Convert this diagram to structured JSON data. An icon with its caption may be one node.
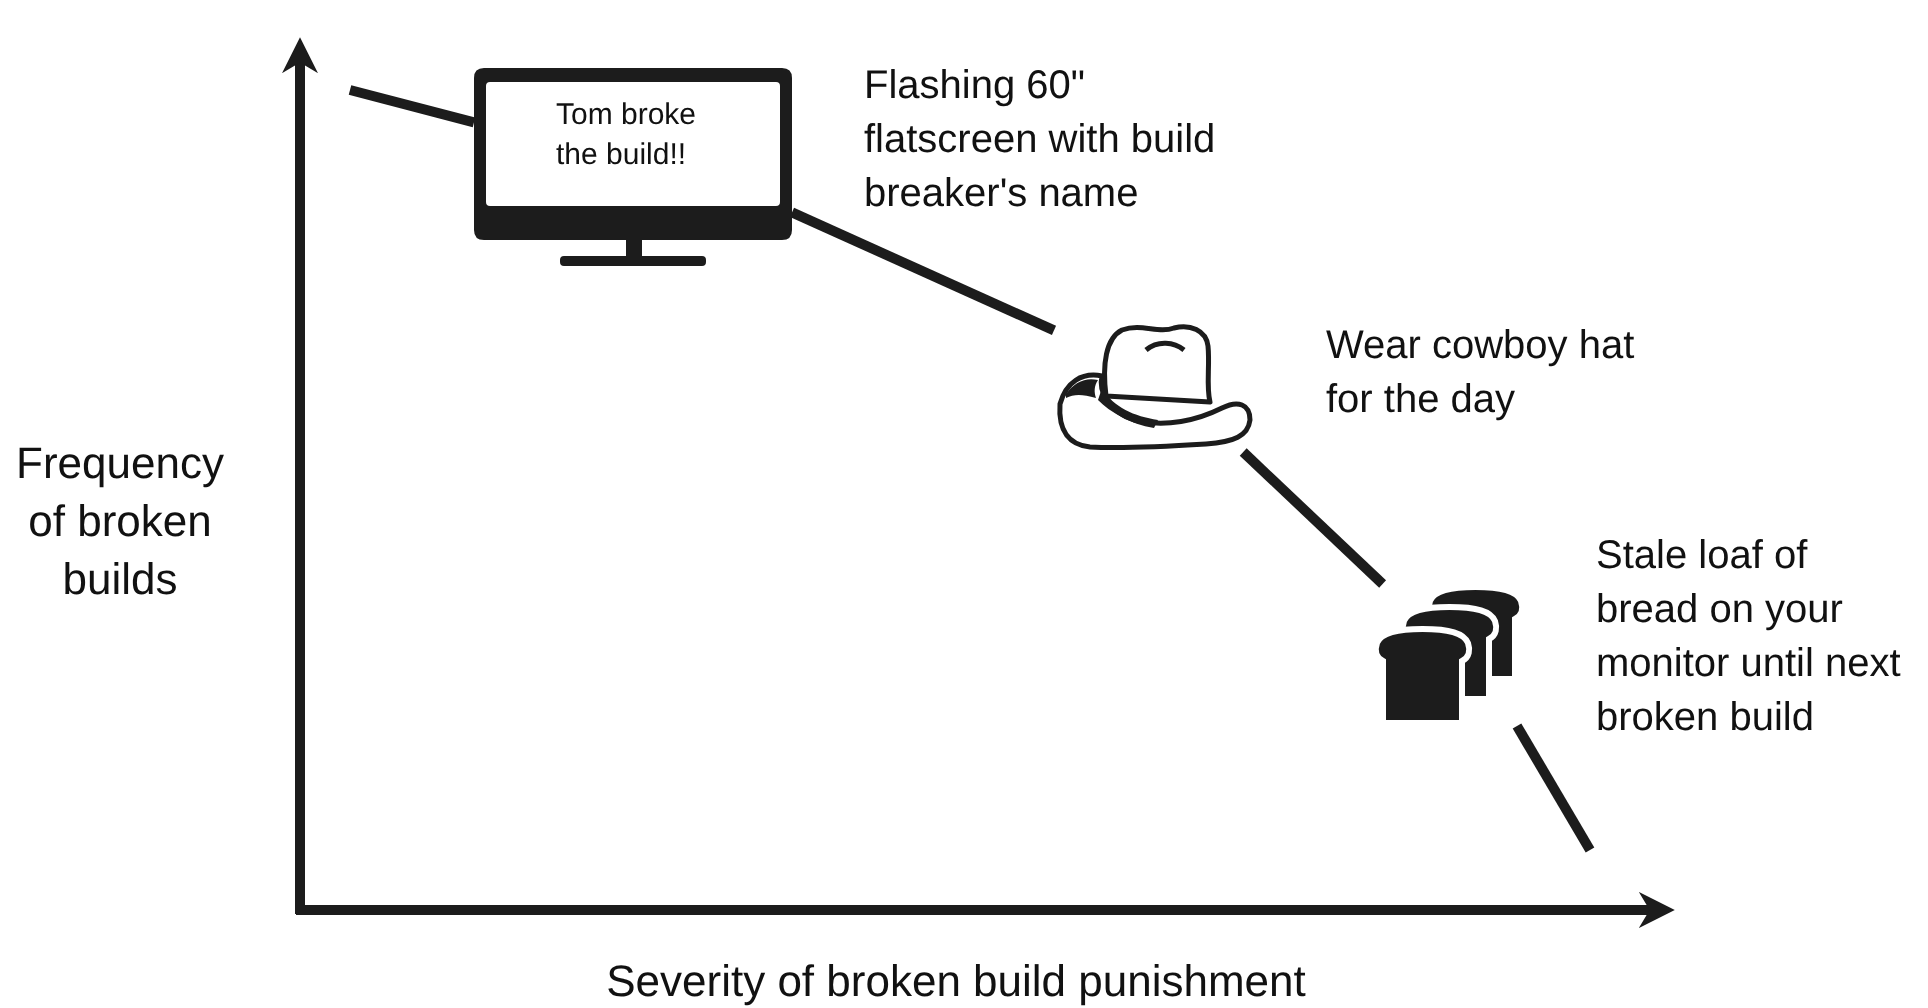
{
  "diagram": {
    "nodes": [
      {
        "text": [
          "Tom broke the build!!"
        ],
        "beside": [
          "Flashing 60\" flatscreen with build breaker's name"
        ]
      },
      {
        "text": [],
        "shape": "picture",
        "beside": [
          "Wear cowboy hat for the day"
        ]
      },
      {
        "text": [],
        "shape": "picture",
        "beside": [
          "Stale loaf of bread on your monitor until next broken build"
        ]
      }
    ],
    "edges": [
      {
        "from": null,
        "to": 0,
        "arrow": "none"
      },
      {
        "from": 0,
        "to": 1,
        "arrow": "none"
      },
      {
        "from": 1,
        "to": 2,
        "arrow": "none"
      },
      {
        "from": 2,
        "to": null,
        "arrow": "none"
      }
    ],
    "labels": [
      "Frequency of broken builds",
      "Severity of broken build punishment"
    ]
  }
}
